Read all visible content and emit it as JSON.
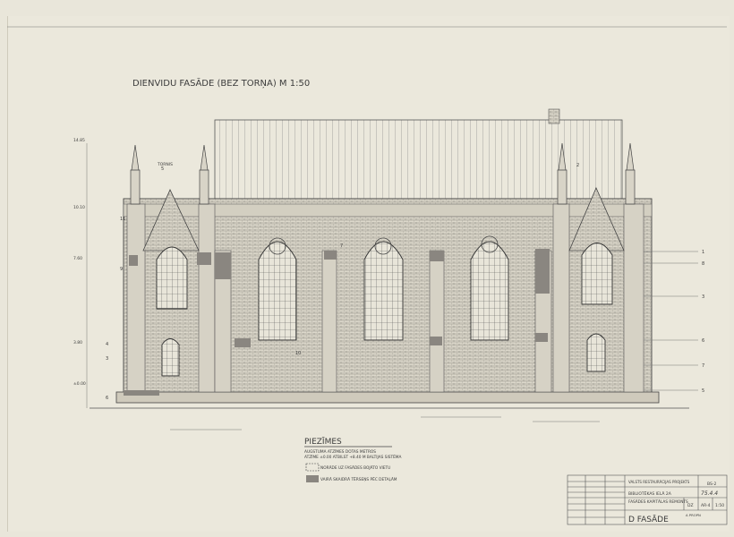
{
  "title": "DIENVIDU FASĀDE (BEZ TORŅA)  M 1:50",
  "labels": {
    "tornis": "TORNIS",
    "callouts": [
      "1",
      "2",
      "3",
      "4",
      "5",
      "6",
      "7",
      "8",
      "9",
      "10",
      "11"
    ]
  },
  "elevations": [
    "14.85",
    "10.10",
    "7.60",
    "3.80",
    "±0.00"
  ],
  "notes": {
    "heading": "PIEZĪMES",
    "line1": "AUGSTUMA ATZĪMES DOTAS METROS",
    "line2": "ATZĪME ±0.00 ATBILST +8.40 M BALTIJAS SISTĒMA",
    "legend1": "NORĀDE UZ FASĀDES BOJĀTO VIETU",
    "legend2": "VAIRĀ SKAIDRĀ TĒRSEŅS PĒC DETAĻĀM"
  },
  "titleblock": {
    "org": "VALSTS RESTAURĀCIJAS PROJEKTS",
    "sheet_code": "BS-2",
    "address": "BIBLIOTĒKAS IELĀ 2A",
    "signature": "75.4.4",
    "project": "FASĀDES KAPITĀLAS REMONTS",
    "stage": "DZ",
    "sheet": "AR-4",
    "scale": "1:50",
    "drawing": "D FASĀDE",
    "format": "A PROPN"
  },
  "colors": {
    "paper": "#ebe8dc",
    "ink": "#4a4a4a",
    "shade": "#8a8680"
  }
}
